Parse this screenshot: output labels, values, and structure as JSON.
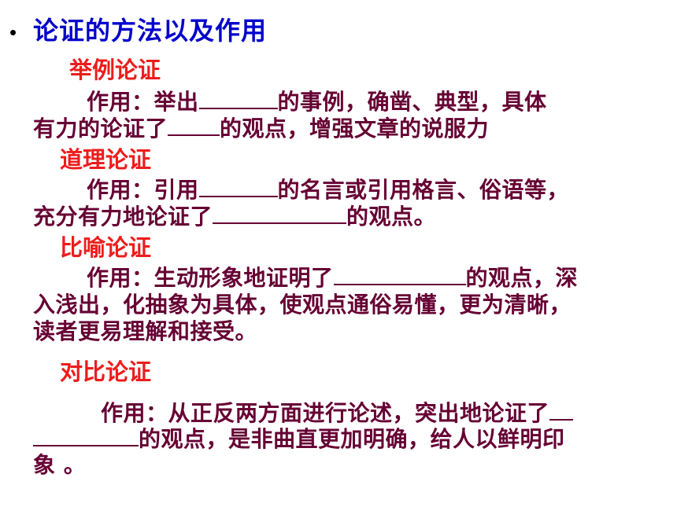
{
  "title": "论证的方法以及作用",
  "bullet": "•",
  "sections": [
    {
      "heading": "举例论证",
      "lines": [
        {
          "a": "作用：举出",
          "b": "的事例，确凿、典型，具体"
        },
        {
          "a": "有力的论证了",
          "b": "的观点，增强文章的说服力"
        }
      ]
    },
    {
      "heading": "道理论证",
      "lines": [
        {
          "a": "作用：引用",
          "b": "的名言或引用格言、俗语等，"
        },
        {
          "a": "充分有力地论证了",
          "b": "的观点。"
        }
      ]
    },
    {
      "heading": "比喻论证",
      "lines": [
        {
          "a": "作用：生动形象地证明了",
          "b": "的观点，深"
        },
        {
          "text": "入浅出，化抽象为具体，使观点通俗易懂，更为清晰，"
        },
        {
          "text": "读者更易理解和接受。"
        }
      ]
    },
    {
      "heading": "对比论证",
      "lines": [
        {
          "a": "作用：从正反两方面进行论述，突出地论证了"
        },
        {
          "b": "的观点，是非曲直更加明确，给人以鲜明印"
        },
        {
          "text": "象 。"
        }
      ]
    }
  ]
}
